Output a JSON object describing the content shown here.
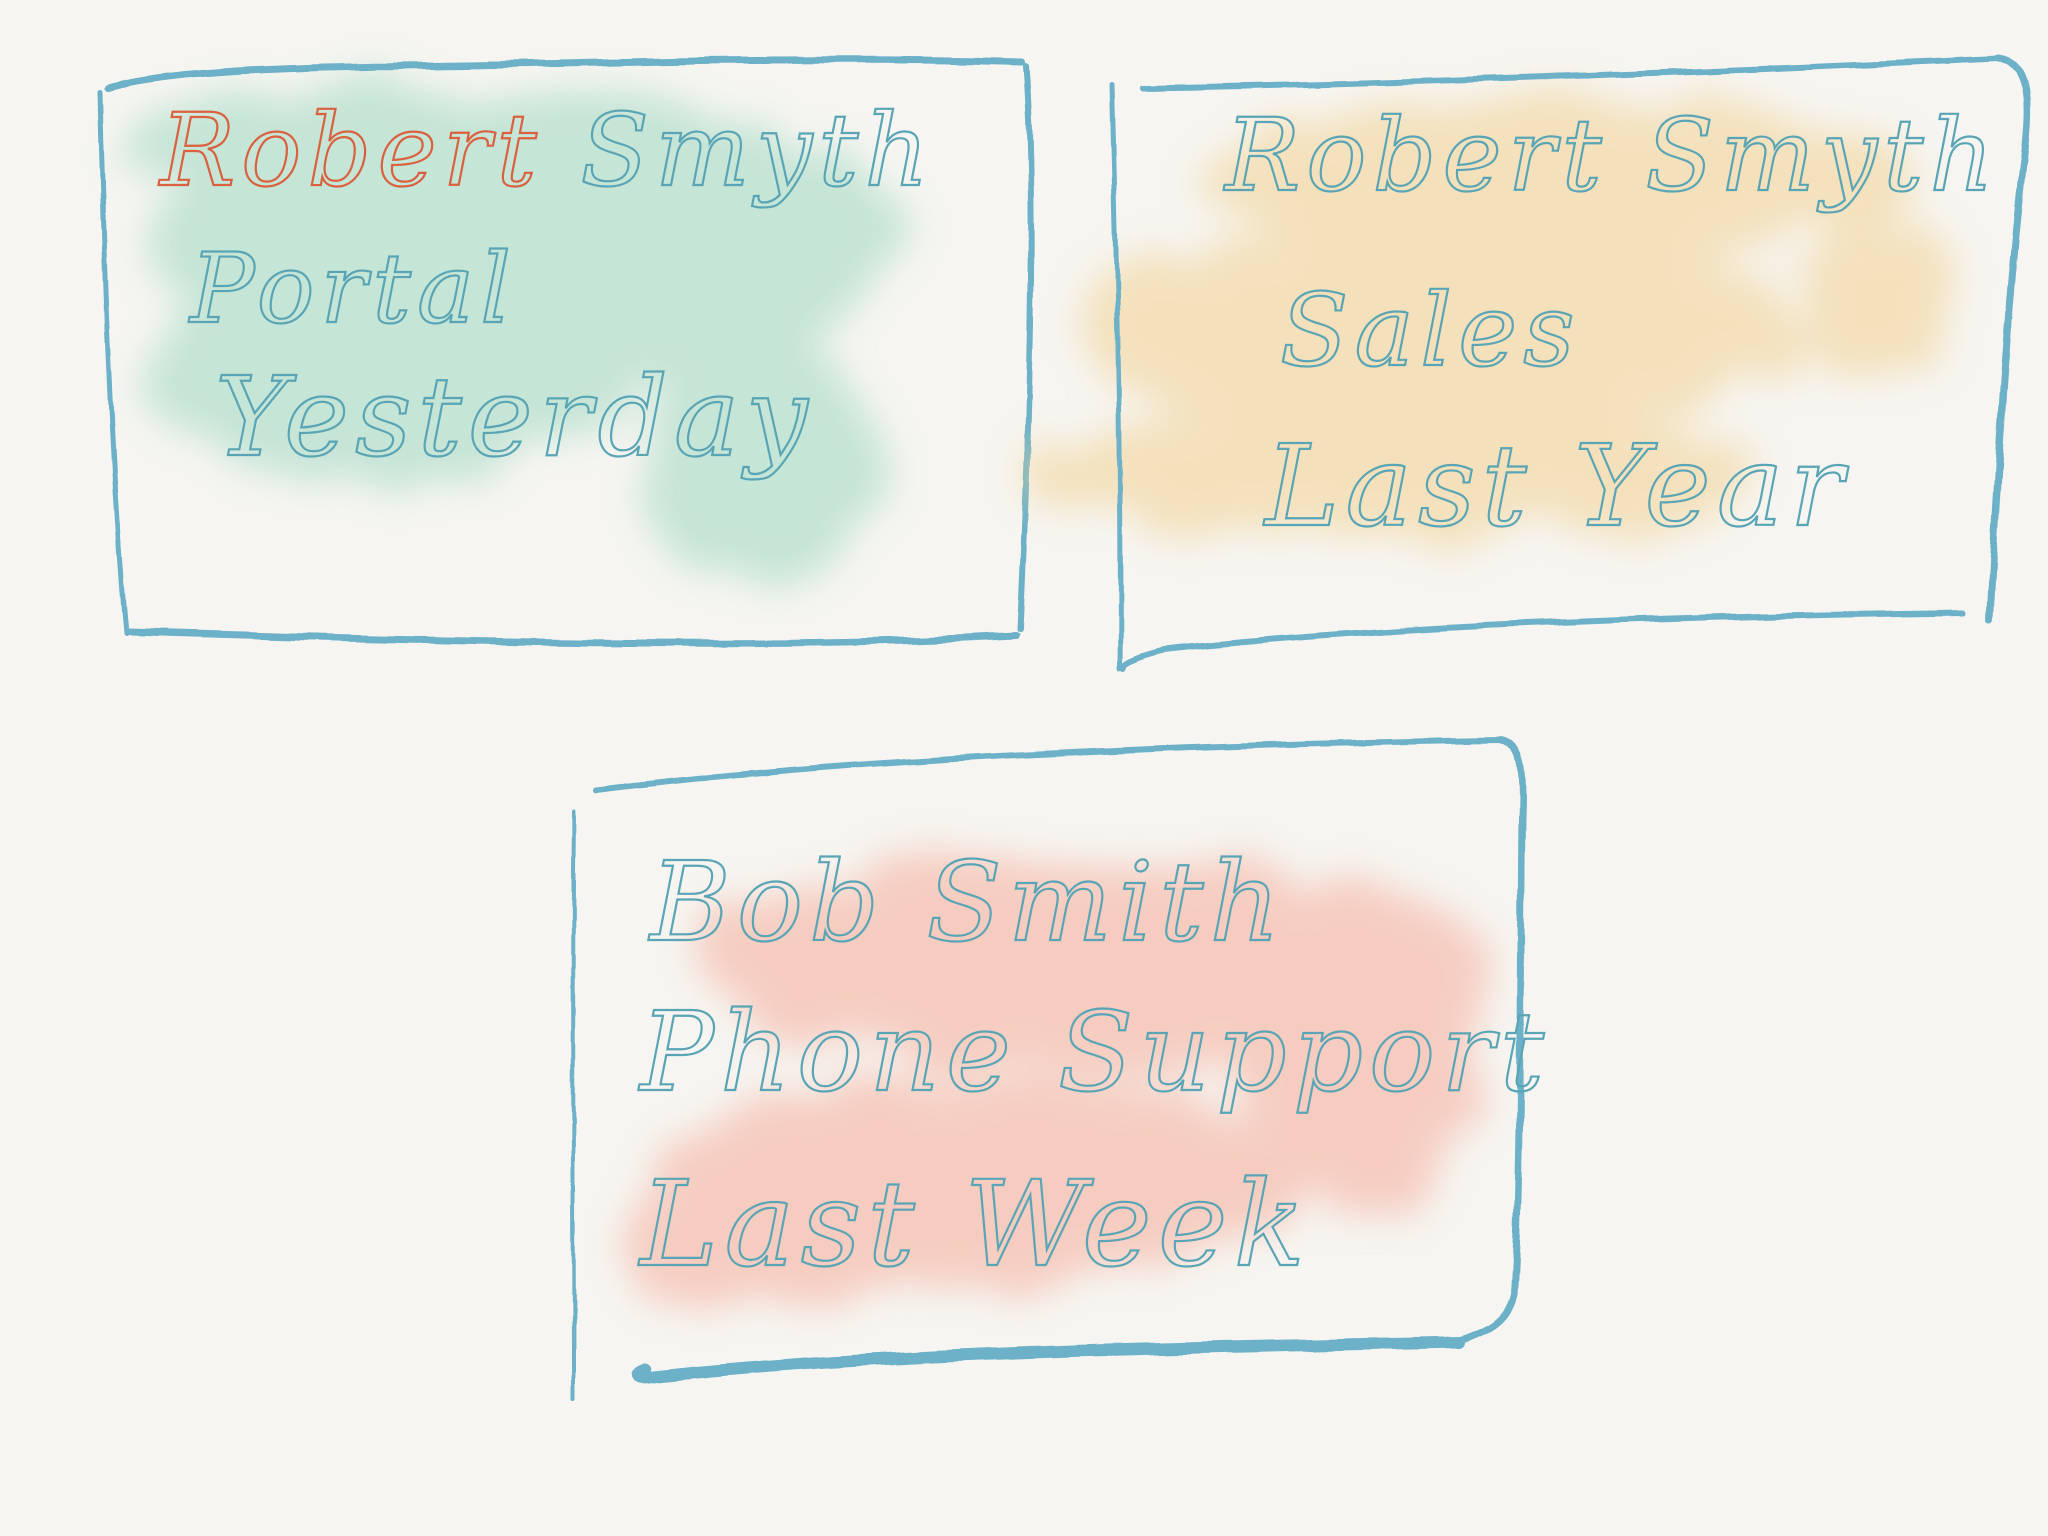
{
  "cards": [
    {
      "id": "card-1",
      "wash_color": "#9ed8c0",
      "lines": [
        {
          "segments": [
            {
              "text": "Robert",
              "color": "#d9613f"
            },
            {
              "text": " Smyth",
              "color": "#5aa5b5"
            }
          ]
        },
        {
          "segments": [
            {
              "text": "Portal",
              "color": "#5aa5b5"
            }
          ]
        },
        {
          "segments": [
            {
              "text": "Yesterday",
              "color": "#5aa5b5"
            }
          ]
        }
      ]
    },
    {
      "id": "card-2",
      "wash_color": "#f3d49a",
      "lines": [
        {
          "segments": [
            {
              "text": "Robert Smyth",
              "color": "#5aa5b5"
            }
          ]
        },
        {
          "segments": [
            {
              "text": "Sales",
              "color": "#5aa5b5"
            }
          ]
        },
        {
          "segments": [
            {
              "text": "Last Year",
              "color": "#5aa5b5"
            }
          ]
        }
      ]
    },
    {
      "id": "card-3",
      "wash_color": "#f6b2a0",
      "lines": [
        {
          "segments": [
            {
              "text": "Bob Smith",
              "color": "#5aa5b5"
            }
          ]
        },
        {
          "segments": [
            {
              "text": "Phone Support",
              "color": "#5aa5b5"
            }
          ]
        },
        {
          "segments": [
            {
              "text": "Last Week",
              "color": "#5aa5b5"
            }
          ]
        }
      ]
    }
  ],
  "frame_color": "#6cb1c8"
}
